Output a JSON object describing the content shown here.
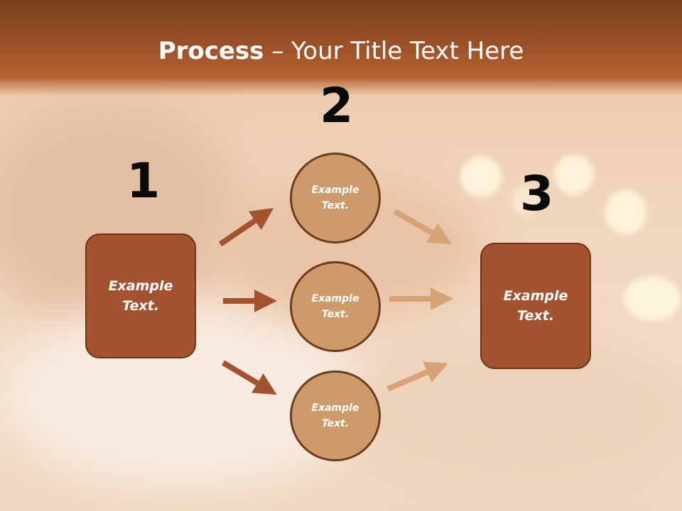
{
  "title": {
    "bold": "Process",
    "rest": " – Your Title Text Here"
  },
  "steps": {
    "one": {
      "number": "1",
      "text": "Example Text."
    },
    "two": {
      "number": "2"
    },
    "three": {
      "number": "3",
      "text": "Example Text."
    }
  },
  "circles": [
    {
      "text": "Example Text."
    },
    {
      "text": "Example Text."
    },
    {
      "text": "Example Text."
    }
  ],
  "colors": {
    "header": "#a2552b",
    "box": "#a45330",
    "circle": "#cd9a6a",
    "arrow_dark": "#a45330",
    "arrow_light": "#d6a276"
  }
}
